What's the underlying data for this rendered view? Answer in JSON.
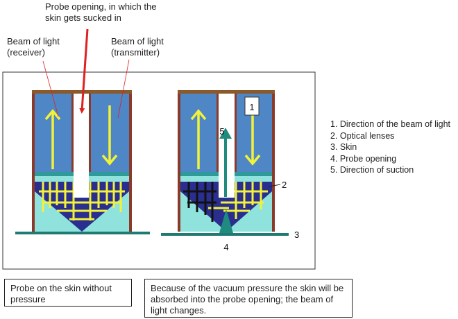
{
  "labels": {
    "probe_opening_line1": "Probe opening, in which the",
    "probe_opening_line2": "skin gets sucked in",
    "receiver_line1": "Beam of light",
    "receiver_line2": "(receiver)",
    "transmitter_line1": "Beam of light",
    "transmitter_line2": "(transmitter)",
    "num_1": "1",
    "num_2": "2",
    "num_3": "3",
    "num_4": "4",
    "num_5": "5"
  },
  "legend": [
    "1. Direction of the beam of light",
    "2. Optical lenses",
    "3. Skin",
    "4. Probe opening",
    "5. Direction of suction"
  ],
  "captions": {
    "left": "Probe on the skin without pressure",
    "right": "Because of the vacuum pressure the skin will be absorbed into the probe opening; the beam of light changes."
  },
  "colors": {
    "chamber_blue": "#4f86c6",
    "lens_teal": "#2e9a9a",
    "lower_cyan": "#8fe3dc",
    "prism_navy": "#2a2f8f",
    "frame_brown": "#8b3a2a",
    "beam_yellow": "#f2f23a",
    "suction_arrow": "#1f8a7e",
    "skin_line": "#1f7a72",
    "pointer_red": "#e02020"
  }
}
